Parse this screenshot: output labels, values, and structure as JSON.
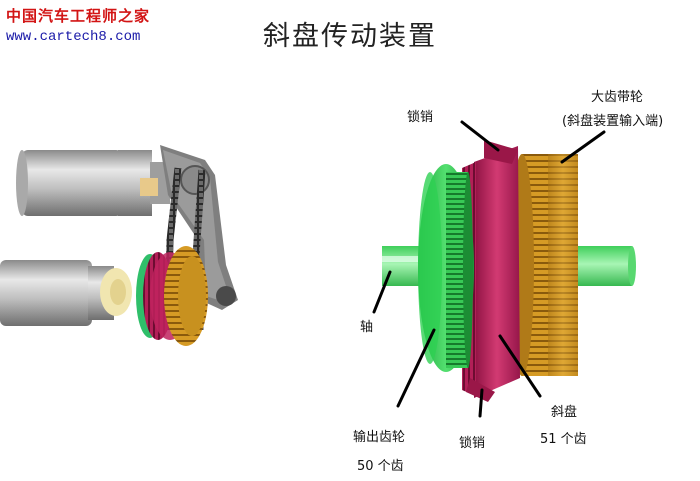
{
  "watermark": {
    "line1": "中国汽车工程师之家",
    "line2": "www.cartech8.com"
  },
  "title": "斜盘传动装置",
  "labels": {
    "lock_pin_top": "锁销",
    "big_gear_line1": "大齿带轮",
    "big_gear_line2": "(斜盘装置输入端)",
    "shaft": "轴",
    "output_gear": "输出齿轮",
    "output_teeth": "50 个齿",
    "lock_pin_bottom": "锁销",
    "swash_plate": "斜盘",
    "swash_teeth": "51 个齿"
  },
  "colors": {
    "green": "#2ecf55",
    "magenta": "#c0235e",
    "gold": "#d9a028",
    "shaft": "#7de88e",
    "metal": "#c4c4c4"
  }
}
